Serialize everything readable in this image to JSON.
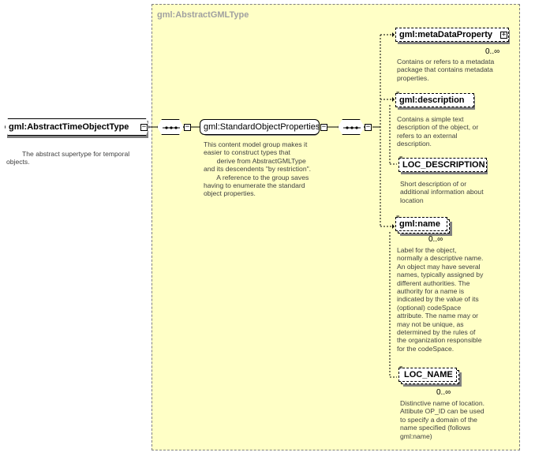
{
  "abstract_gml_type": {
    "title": "gml:AbstractGMLType"
  },
  "root": {
    "label": "gml:AbstractTimeObjectType",
    "note": "The abstract supertype for temporal objects."
  },
  "group": {
    "label": "gml:StandardObjectProperties",
    "note_lines": [
      "This content model group makes it",
      "easier to construct types that",
      "       derive from AbstractGMLType",
      "and its descendents \"by restriction\".",
      "       A reference to the group saves",
      "having to enumerate the standard",
      "object properties."
    ]
  },
  "elements": {
    "metadata": {
      "label": "gml:metaDataProperty",
      "multiplicity": "0..∞",
      "note_lines": [
        "Contains or refers to a metadata",
        "package that contains metadata",
        "properties."
      ]
    },
    "description": {
      "label": "gml:description",
      "note_lines": [
        "Contains a simple text",
        "description of the object, or",
        "refers to an external",
        "description."
      ]
    },
    "loc_description": {
      "label": "LOC_DESCRIPTION",
      "note_lines": [
        "Short description of or",
        "additional information about",
        "location"
      ]
    },
    "name": {
      "label": "gml:name",
      "multiplicity": "0..∞",
      "note_lines": [
        "Label for the object,",
        "normally a descriptive name.",
        "An object may have several",
        "names, typically assigned by",
        "different authorities.  The",
        "authority for a name is",
        "indicated by the value of its",
        "(optional) codeSpace",
        "attribute.  The name may or",
        "may not be unique, as",
        "determined by the rules of",
        "the organization responsible",
        "for the codeSpace."
      ]
    },
    "loc_name": {
      "label": "LOC_NAME",
      "multiplicity": "0..∞",
      "note_lines": [
        "Distinctive name of location.",
        "Attibute OP_ID can be used",
        "to specify a domain of the",
        "name specified (follows",
        "gml:name)"
      ]
    }
  },
  "colors": {
    "frame_fill": "#ffffc6",
    "frame_border": "#808080",
    "note_text": "#404040"
  }
}
